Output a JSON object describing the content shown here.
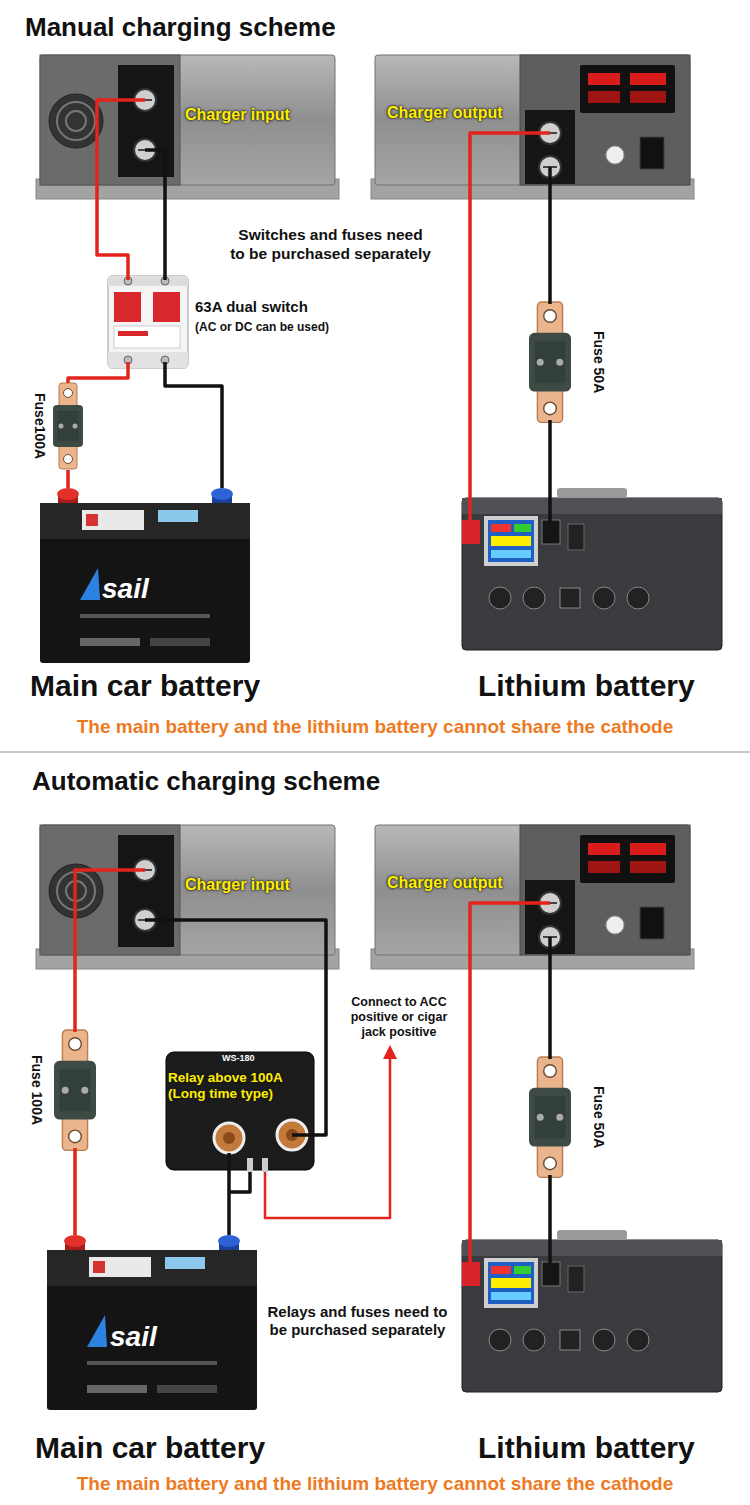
{
  "diagram": {
    "nodes": [
      {
        "text": [
          "Charger input"
        ]
      },
      {
        "text": [
          "Charger output"
        ]
      },
      {
        "text": [
          "63A dual switch",
          "(AC or DC can be used)"
        ]
      },
      {
        "text": [
          "Fuse100A"
        ]
      },
      {
        "text": [
          "Main car battery"
        ]
      },
      {
        "text": [
          "Fuse 50A"
        ]
      },
      {
        "text": [
          "Lithium battery"
        ]
      },
      {
        "text": [
          "Charger input"
        ]
      },
      {
        "text": [
          "Charger output"
        ]
      },
      {
        "text": [
          "Fuse 100A"
        ]
      },
      {
        "text": [
          "Relay above 100A (Long time type)"
        ]
      },
      {
        "text": [
          "Main car battery"
        ]
      },
      {
        "text": [
          "Fuse 50A"
        ]
      },
      {
        "text": [
          "Lithium battery"
        ]
      }
    ],
    "edges": [
      {
        "from": 0,
        "to": 2,
        "arrow": "none"
      },
      {
        "from": 0,
        "to": 2,
        "arrow": "none"
      },
      {
        "from": 2,
        "to": 3,
        "arrow": "none"
      },
      {
        "from": 3,
        "to": 4,
        "arrow": "none"
      },
      {
        "from": 2,
        "to": 4,
        "arrow": "none"
      },
      {
        "from": 1,
        "to": 5,
        "arrow": "none"
      },
      {
        "from": 5,
        "to": 6,
        "arrow": "none"
      },
      {
        "from": 1,
        "to": 6,
        "arrow": "none"
      },
      {
        "from": 7,
        "to": 9,
        "arrow": "none"
      },
      {
        "from": 9,
        "to": 11,
        "arrow": "none"
      },
      {
        "from": 7,
        "to": 10,
        "arrow": "none"
      },
      {
        "from": 10,
        "to": 11,
        "arrow": "none"
      },
      {
        "from": 8,
        "to": 12,
        "arrow": "none"
      },
      {
        "from": 12,
        "to": 13,
        "arrow": "none"
      },
      {
        "from": 8,
        "to": 13,
        "arrow": "none"
      }
    ],
    "labels": [
      "Manual charging scheme",
      "Switches and fuses need to be purchased separately",
      "sail",
      "The main battery and the lithium battery cannot share the cathode",
      "Automatic charging scheme",
      "WS-180",
      "Connect to ACC positive or cigar jack positive",
      "sail",
      "Relays and fuses need to be purchased separately",
      "The main battery and the lithium battery cannot share the cathode"
    ]
  }
}
